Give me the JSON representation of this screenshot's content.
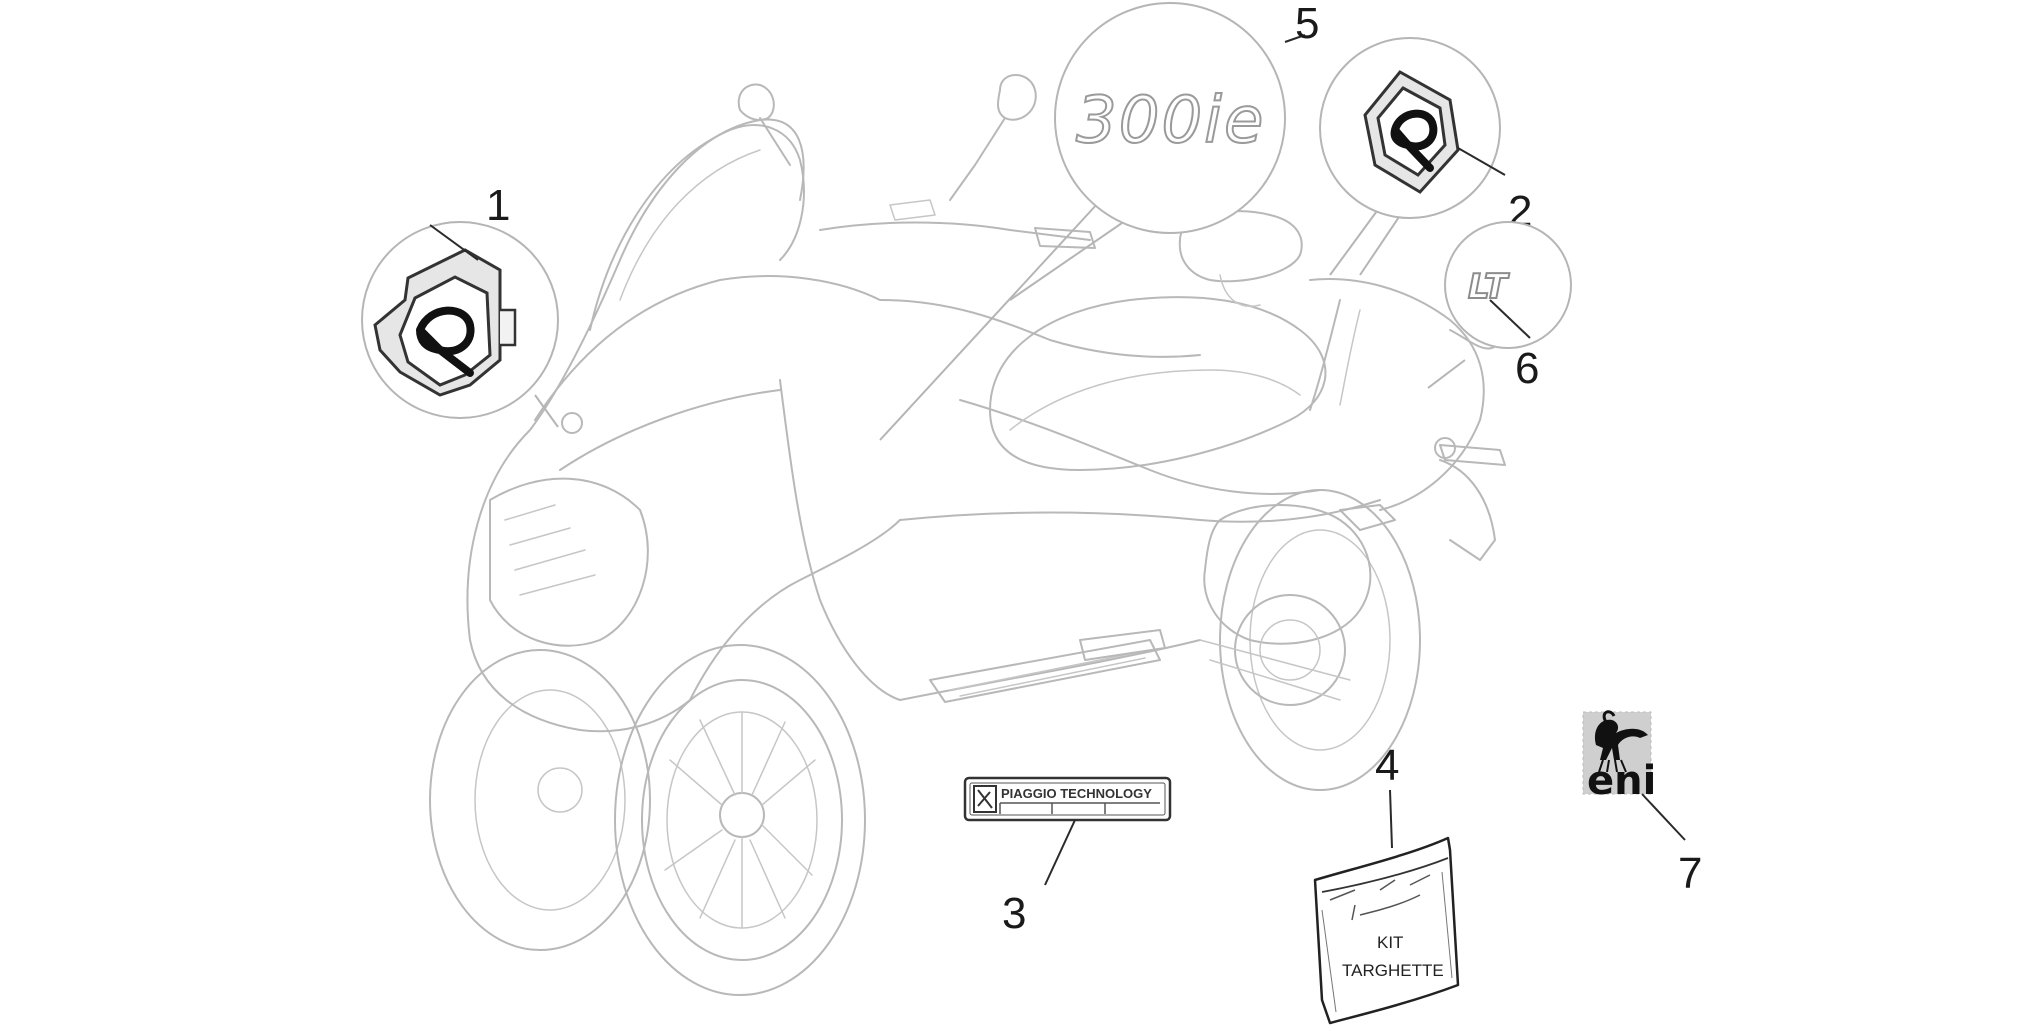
{
  "callouts": [
    {
      "id": "1",
      "label": "1"
    },
    {
      "id": "2",
      "label": "2"
    },
    {
      "id": "3",
      "label": "3"
    },
    {
      "id": "4",
      "label": "4"
    },
    {
      "id": "5",
      "label": "5"
    },
    {
      "id": "6",
      "label": "6"
    },
    {
      "id": "7",
      "label": "7"
    }
  ],
  "parts": {
    "model_badge": "300ie",
    "side_badge": "LT",
    "plate": "PIAGGIO TECHNOLOGY",
    "kit_line1": "KIT",
    "kit_line2": "TARGHETTE",
    "eni_logo": "eni"
  },
  "colors": {
    "ghost_outline": "#b8b8b8",
    "part_outline": "#333333",
    "eni_background": "#cfcfcf"
  },
  "icons": {
    "piaggio_logo": "piaggio-hexagon-logo-icon",
    "eni_logo": "eni-six-legged-dog-icon"
  }
}
